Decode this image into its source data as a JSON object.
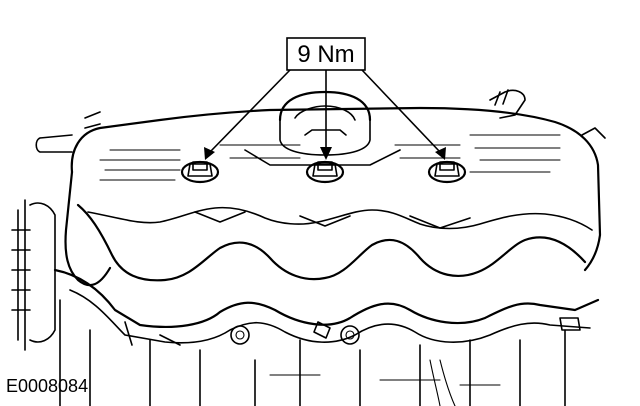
{
  "diagram": {
    "torque_label": "9 Nm",
    "figure_reference": "E0008084",
    "callout_count": 3
  }
}
